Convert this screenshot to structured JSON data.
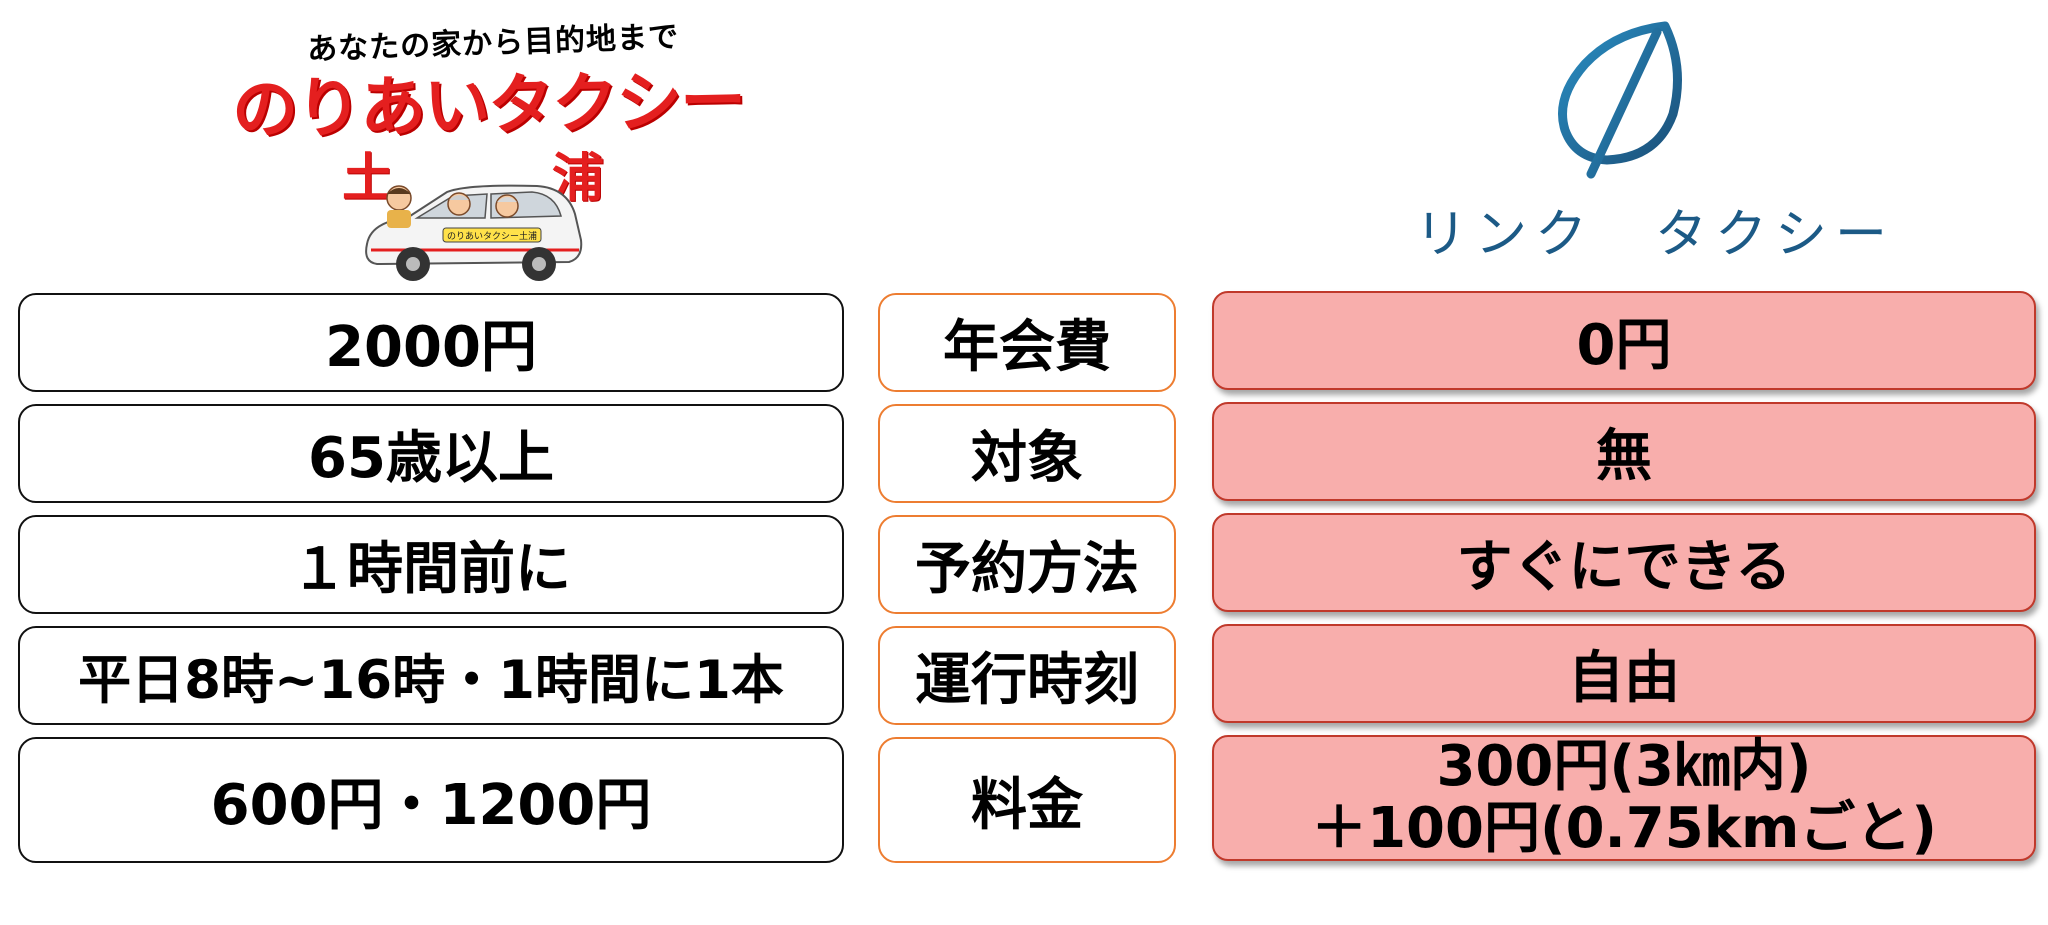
{
  "left_logo": {
    "tagline": "あなたの家から目的地まで",
    "brand": "のりあいタクシー",
    "city_1": "土",
    "city_2": "浦",
    "car_label": "のりあいタクシー土浦"
  },
  "right_logo": {
    "name": "リンク　タクシー"
  },
  "rows": [
    {
      "left": "2000円",
      "label": "年会費",
      "right": "0円"
    },
    {
      "left": "65歳以上",
      "label": "対象",
      "right": "無"
    },
    {
      "left": "１時間前に",
      "label": "予約方法",
      "right": "すぐにできる"
    },
    {
      "left": "平日8時~16時・1時間に1本",
      "label": "運行時刻",
      "right": "自由"
    },
    {
      "left": "600円・1200円",
      "label": "料金",
      "right_line_1": "300円(3㎞内)",
      "right_line_2": "＋100円(0.75kmごと)"
    }
  ],
  "colors": {
    "mid_border": "#ed7d31",
    "right_fill": "#f8aeac",
    "brand_red": "#e41f1f",
    "logo_blue": "#1c5a86"
  }
}
